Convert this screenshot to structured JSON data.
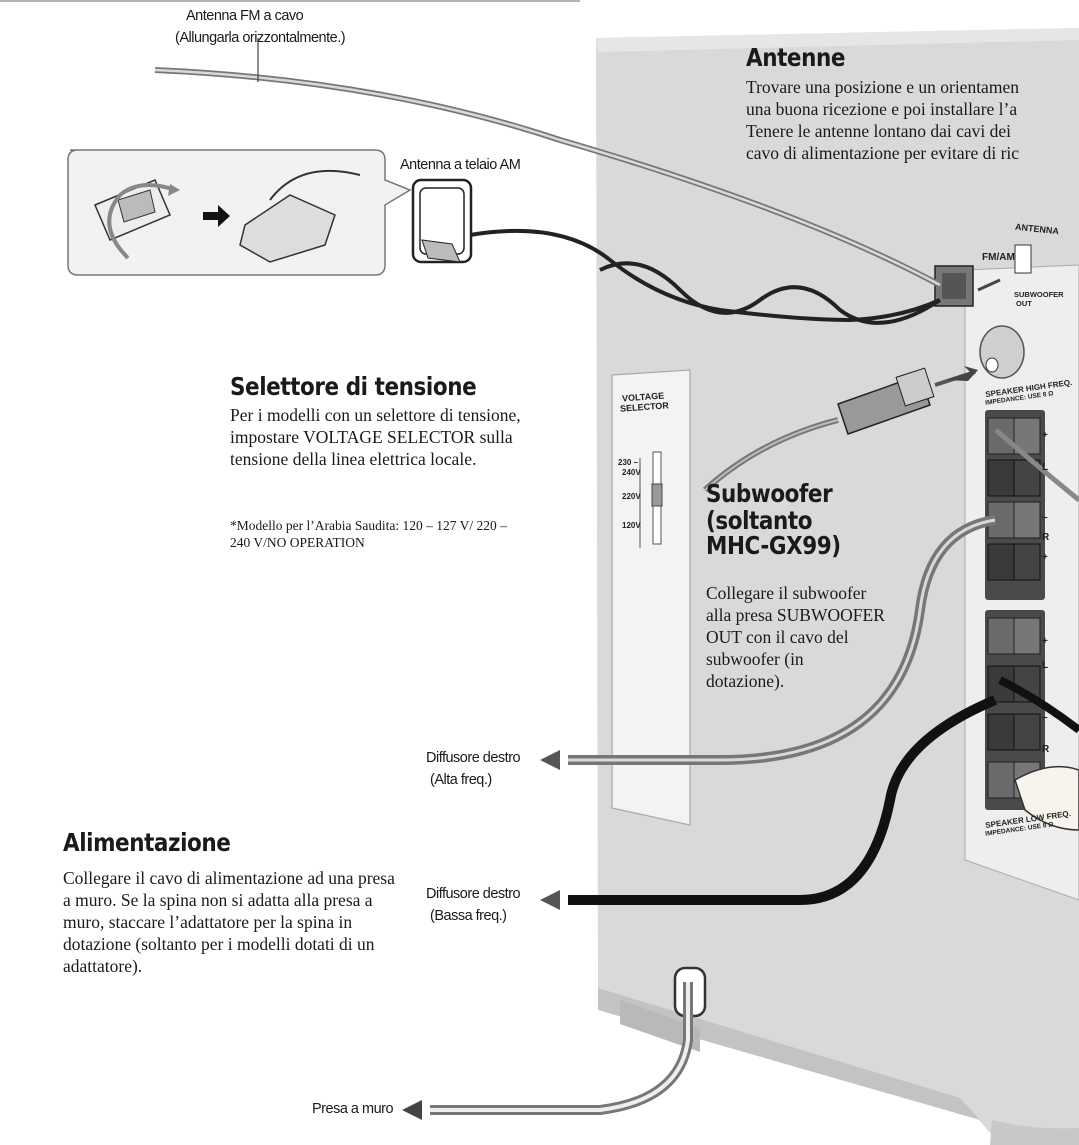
{
  "callouts": {
    "fm_antenna": "Antenna FM a cavo",
    "fm_antenna_note": "(Allungarla orizzontalmente.)",
    "am_antenna": "Antenna a telaio AM",
    "right_speaker_high": "Diffusore destro",
    "right_speaker_high_note": "(Alta freq.)",
    "right_speaker_low": "Diffusore destro",
    "right_speaker_low_note": "(Bassa freq.)",
    "wall_outlet": "Presa a muro"
  },
  "antenne": {
    "title": "Antenne",
    "lines": [
      "Trovare una posizione e un orientamen",
      "una buona ricezione e poi installare l’a",
      "Tenere le antenne lontano dai cavi dei",
      "cavo di alimentazione per evitare di ric"
    ]
  },
  "voltage": {
    "title": "Selettore di tensione",
    "body": "Per i modelli con un selettore di tensione, impostare VOLTAGE SELECTOR sulla tensione della linea elettrica locale.",
    "note": "*Modello per l’Arabia Saudita: 120 – 127 V/ 220 – 240 V/NO OPERATION"
  },
  "subwoofer": {
    "title_lines": [
      "Subwoofer",
      "(soltanto",
      "MHC-GX99)"
    ],
    "body": "Collegare il subwoofer alla presa SUBWOOFER OUT con il cavo del subwoofer (in dotazione)."
  },
  "power": {
    "title": "Alimentazione",
    "body": "Collegare il cavo di alimentazione ad una presa a muro. Se la spina non si adatta alla presa a muro, staccare l’adattatore per la spina in dotazione (soltanto per i modelli dotati di un adattatore)."
  },
  "panel": {
    "voltage_selector_lines": [
      "VOLTAGE",
      "SELECTOR"
    ],
    "voltage_options": [
      "230 –",
      "240V",
      "220V",
      "120V"
    ],
    "antenna": "ANTENNA",
    "fm_am": "FM/AM",
    "subwoofer_out_lines": [
      "SUBWOOFER",
      "OUT"
    ],
    "speaker_high": "SPEAKER HIGH FREQ.",
    "speaker_low": "SPEAKER LOW FREQ.",
    "impedance": "IMPEDANCE: USE 8 Ω",
    "terminal_marks": [
      "+",
      "L",
      "–",
      "R",
      "+"
    ]
  },
  "colors": {
    "panel": "#d9dadb",
    "panel_edge": "#c4c5c7",
    "cable": "#8a8a8a",
    "black_cable": "#111111"
  }
}
